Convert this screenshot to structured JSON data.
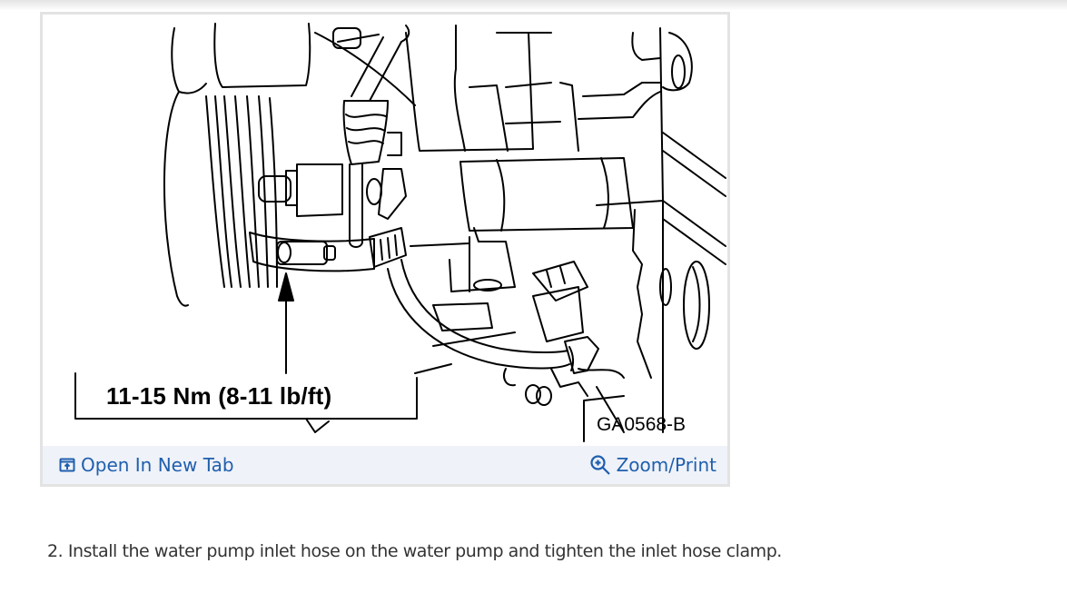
{
  "figure": {
    "torque_label": "11-15 Nm (8-11 lb/ft)",
    "figure_code": "GA0568-B",
    "diagram_description": "Line drawing of water pump and inlet hose clamp with arrow pointing to clamp screw",
    "footer": {
      "open_new_tab_label": "Open In New Tab",
      "open_new_tab_icon": "open-in-new-tab-icon",
      "zoom_print_label": "Zoom/Print",
      "zoom_print_icon": "zoom-in-icon"
    }
  },
  "content": {
    "step_text": "2. Install the water pump inlet hose on the water pump and tighten the inlet hose clamp."
  },
  "colors": {
    "link": "#1f5fae",
    "footer_bg": "#eff2f8",
    "card_border": "#e3e3e3",
    "body_text": "#333333"
  }
}
